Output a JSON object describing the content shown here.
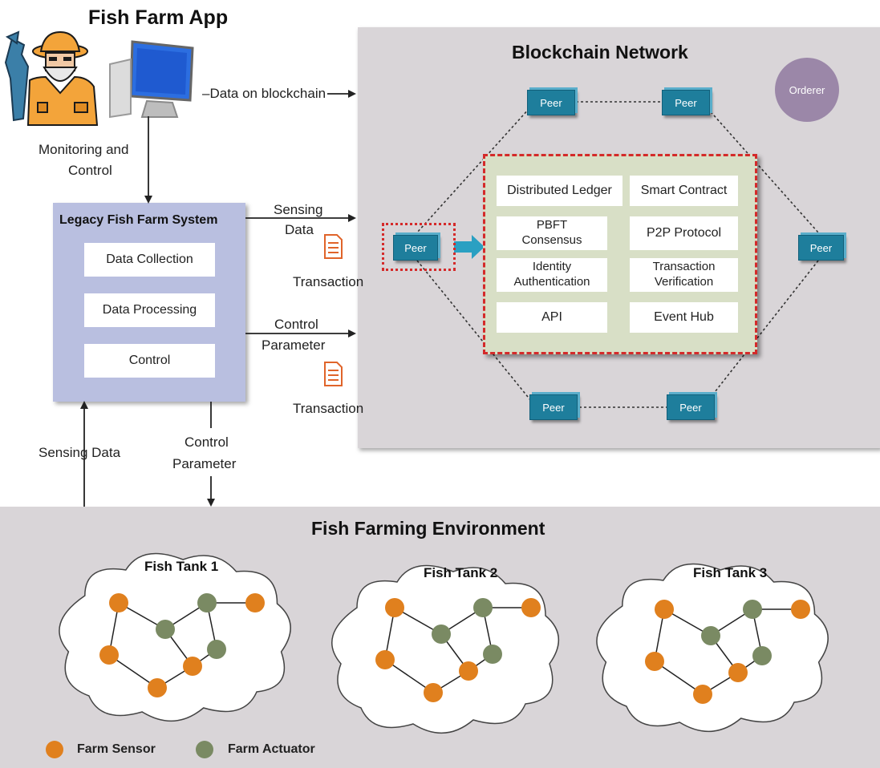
{
  "app": {
    "title": "Fish Farm App",
    "data_on_blockchain": "Data on blockchain",
    "monitoring": "Monitoring and",
    "monitoring2": "Control"
  },
  "legacy": {
    "title": "Legacy Fish Farm System",
    "items": [
      "Data Collection",
      "Data Processing",
      "Control"
    ]
  },
  "flows": {
    "sensing_data_1": "Sensing",
    "sensing_data_2": "Data",
    "transaction_1": "Transaction",
    "control_param_1": "Control",
    "control_param_2": "Parameter",
    "transaction_2": "Transaction",
    "sensing_data_down": "Sensing Data",
    "control_down_1": "Control",
    "control_down_2": "Parameter"
  },
  "blockchain": {
    "title": "Blockchain Network",
    "orderer": "Orderer",
    "peer_label": "Peer",
    "components": [
      "Distributed Ledger",
      "Smart Contract",
      "PBFT Consensus",
      "P2P Protocol",
      "Identity Authentication",
      "Transaction Verification",
      "API",
      "Event Hub"
    ],
    "colors": {
      "peer": "#1e7e9c",
      "orderer": "#9b87a8",
      "dashed_border": "#d42a2a",
      "inner_panel": "#d8dfc6"
    }
  },
  "environment": {
    "title": "Fish Farming Environment",
    "tanks": [
      "Fish Tank 1",
      "Fish Tank 2",
      "Fish Tank 3"
    ],
    "legend": {
      "sensor": "Farm Sensor",
      "actuator": "Farm Actuator"
    },
    "colors": {
      "sensor": "#e0801e",
      "actuator": "#7a8a63"
    }
  }
}
